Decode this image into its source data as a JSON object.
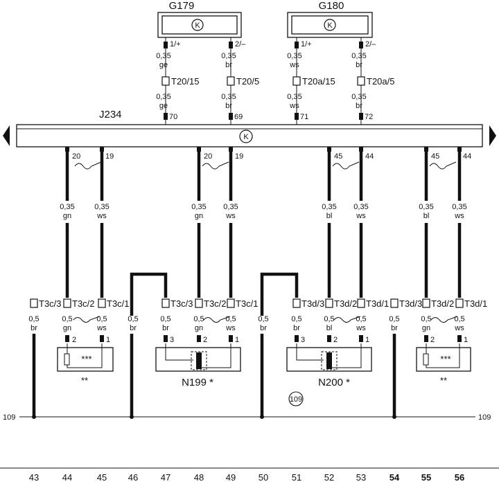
{
  "components": {
    "g179": "G179",
    "g180": "G180",
    "j234": "J234",
    "n199": "N199 *",
    "n200": "N200 *"
  },
  "top_pins": {
    "g179_1": "1/+",
    "g179_2": "2/–",
    "g180_1": "1/+",
    "g180_2": "2/–"
  },
  "top_wires": [
    {
      "size": "0,35",
      "color": "ge"
    },
    {
      "size": "0,35",
      "color": "br"
    },
    {
      "size": "0,35",
      "color": "ws"
    },
    {
      "size": "0,35",
      "color": "br"
    }
  ],
  "top_connectors": [
    "T20/15",
    "T20/5",
    "T20a/15",
    "T20a/5"
  ],
  "top_wires_lower": [
    {
      "size": "0,35",
      "color": "ge"
    },
    {
      "size": "0,35",
      "color": "br"
    },
    {
      "size": "0,35",
      "color": "ws"
    },
    {
      "size": "0,35",
      "color": "br"
    }
  ],
  "j234_inputs": [
    "70",
    "69",
    "71",
    "72"
  ],
  "j234_outputs": [
    "20",
    "19",
    "20",
    "19",
    "45",
    "44",
    "45",
    "44"
  ],
  "mid_wires": [
    {
      "size": "0,35",
      "color": "gn"
    },
    {
      "size": "0,35",
      "color": "ws"
    },
    {
      "size": "0,35",
      "color": "gn"
    },
    {
      "size": "0,35",
      "color": "ws"
    },
    {
      "size": "0,35",
      "color": "bl"
    },
    {
      "size": "0,35",
      "color": "ws"
    },
    {
      "size": "0,35",
      "color": "bl"
    },
    {
      "size": "0,35",
      "color": "ws"
    }
  ],
  "connectors": [
    "T3c/3",
    "T3c/2",
    "T3c/1",
    "T3c/3",
    "T3c/2",
    "T3c/1",
    "T3d/3",
    "T3d/2",
    "T3d/1",
    "T3d/3",
    "T3d/2",
    "T3d/1"
  ],
  "low_wires": [
    {
      "size": "0,5",
      "color": "br"
    },
    {
      "size": "0,5",
      "color": "gn"
    },
    {
      "size": "0,5",
      "color": "ws"
    },
    {
      "size": "0,5",
      "color": "br"
    },
    {
      "size": "0,5",
      "color": "br"
    },
    {
      "size": "0,5",
      "color": "gn"
    },
    {
      "size": "0,5",
      "color": "ws"
    },
    {
      "size": "0,5",
      "color": "br"
    },
    {
      "size": "0,5",
      "color": "br"
    },
    {
      "size": "0,5",
      "color": "bl"
    },
    {
      "size": "0,5",
      "color": "ws"
    },
    {
      "size": "0,5",
      "color": "br"
    },
    {
      "size": "0,5",
      "color": "gn"
    },
    {
      "size": "0,5",
      "color": "ws"
    }
  ],
  "device_pins": [
    "2",
    "1",
    "3",
    "2",
    "1",
    "3",
    "2",
    "1",
    "2",
    "1"
  ],
  "stars_boxes": [
    "***",
    "***"
  ],
  "stars_below": [
    "**",
    "**"
  ],
  "ground": {
    "left": "109",
    "right": "109",
    "circle": "109"
  },
  "columns": [
    "43",
    "44",
    "45",
    "46",
    "47",
    "48",
    "49",
    "50",
    "51",
    "52",
    "53",
    "54",
    "55",
    "56"
  ]
}
